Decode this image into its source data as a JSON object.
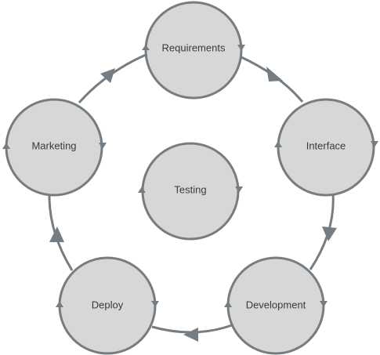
{
  "diagram": {
    "nodes": {
      "requirements": "Requirements",
      "interface": "Interface",
      "development": "Development",
      "deploy": "Deploy",
      "marketing": "Marketing",
      "testing": "Testing"
    },
    "colors": {
      "node_fill": "#d7d7d7",
      "stroke": "#767d82",
      "text": "#3a3a3a",
      "background": "#ffffff"
    },
    "flow": [
      "Requirements",
      "Interface",
      "Development",
      "Deploy",
      "Marketing",
      "Requirements"
    ]
  }
}
